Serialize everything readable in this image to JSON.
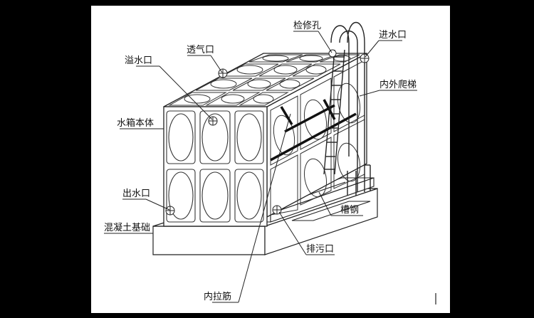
{
  "diagram": {
    "labels": {
      "inspection_hole": "检修孔",
      "inlet": "进水口",
      "vent": "透气口",
      "overflow": "溢水口",
      "ladder": "内外爬梯",
      "tank_body": "水箱本体",
      "outlet": "出水口",
      "foundation": "混凝土基础",
      "channel_steel": "槽钢",
      "drain": "排污口",
      "tie_bar": "内拉筋"
    }
  }
}
